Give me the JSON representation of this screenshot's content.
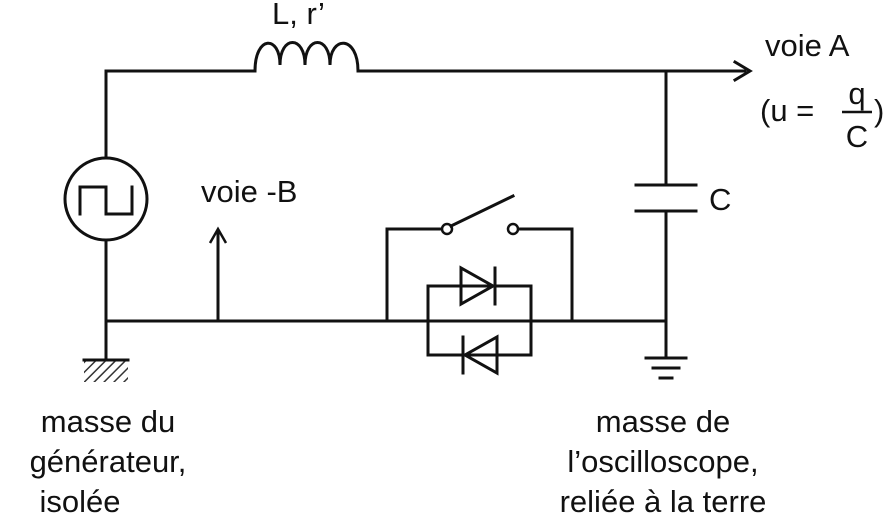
{
  "diagram": {
    "inductor_label": "L, r’",
    "channel_a_label": "voie A",
    "formula": {
      "open": "(u =",
      "numerator": "q",
      "denominator": "C",
      "close": ")"
    },
    "channel_b_label": "voie -B",
    "capacitor_label": "C",
    "generator_ground": [
      "masse du",
      "générateur,",
      "isolée"
    ],
    "scope_ground": [
      "masse de",
      "l’oscilloscope,",
      "reliée à la terre"
    ]
  }
}
